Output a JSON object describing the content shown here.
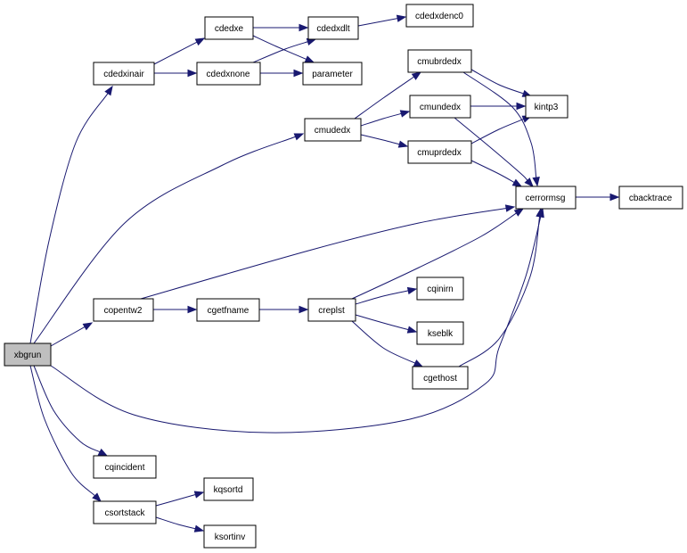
{
  "graph": {
    "colors": {
      "edge": "#191970",
      "node_border": "#000000",
      "root_fill": "#bfbfbf",
      "node_fill": "#ffffff"
    },
    "nodes": {
      "xbgrun": "xbgrun",
      "cdedxinair": "cdedxinair",
      "cdedxe": "cdedxe",
      "cdedxdlt": "cdedxdlt",
      "cdedxdenc0": "cdedxdenc0",
      "cdedxnone": "cdedxnone",
      "parameter": "parameter",
      "cmubrdedx": "cmubrdedx",
      "cmudedx": "cmudedx",
      "cmundedx": "cmundedx",
      "kintp3": "kintp3",
      "cmuprdedx": "cmuprdedx",
      "cerrormsg": "cerrormsg",
      "cbacktrace": "cbacktrace",
      "copentw2": "copentw2",
      "cgetfname": "cgetfname",
      "creplst": "creplst",
      "cqinirn": "cqinirn",
      "kseblk": "kseblk",
      "cgethost": "cgethost",
      "cqincident": "cqincident",
      "csortstack": "csortstack",
      "kqsortd": "kqsortd",
      "ksortinv": "ksortinv"
    },
    "edges": [
      [
        "xbgrun",
        "cdedxinair"
      ],
      [
        "xbgrun",
        "cmudedx"
      ],
      [
        "xbgrun",
        "cerrormsg"
      ],
      [
        "xbgrun",
        "copentw2"
      ],
      [
        "xbgrun",
        "cqincident"
      ],
      [
        "xbgrun",
        "csortstack"
      ],
      [
        "cdedxinair",
        "cdedxe"
      ],
      [
        "cdedxinair",
        "cdedxnone"
      ],
      [
        "cdedxe",
        "cdedxdlt"
      ],
      [
        "cdedxe",
        "parameter"
      ],
      [
        "cdedxdlt",
        "cdedxdenc0"
      ],
      [
        "cdedxnone",
        "cdedxdlt"
      ],
      [
        "cdedxnone",
        "parameter"
      ],
      [
        "cmudedx",
        "cmubrdedx"
      ],
      [
        "cmudedx",
        "cmundedx"
      ],
      [
        "cmudedx",
        "cmuprdedx"
      ],
      [
        "cmubrdedx",
        "kintp3"
      ],
      [
        "cmubrdedx",
        "cerrormsg"
      ],
      [
        "cmundedx",
        "kintp3"
      ],
      [
        "cmundedx",
        "cerrormsg"
      ],
      [
        "cmuprdedx",
        "kintp3"
      ],
      [
        "cmuprdedx",
        "cerrormsg"
      ],
      [
        "cerrormsg",
        "cbacktrace"
      ],
      [
        "copentw2",
        "cgetfname"
      ],
      [
        "copentw2",
        "cerrormsg"
      ],
      [
        "cgetfname",
        "creplst"
      ],
      [
        "creplst",
        "cqinirn"
      ],
      [
        "creplst",
        "kseblk"
      ],
      [
        "creplst",
        "cgethost"
      ],
      [
        "creplst",
        "cerrormsg"
      ],
      [
        "cgethost",
        "cerrormsg"
      ],
      [
        "csortstack",
        "kqsortd"
      ],
      [
        "csortstack",
        "ksortinv"
      ]
    ]
  }
}
